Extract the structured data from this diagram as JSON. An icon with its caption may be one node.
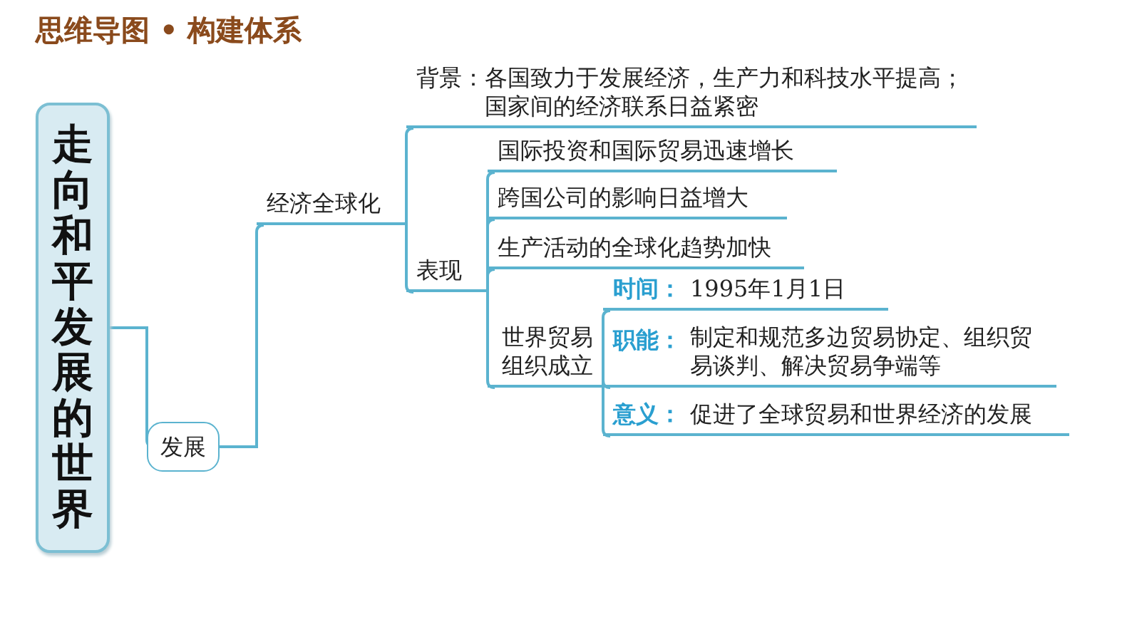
{
  "diagram": {
    "title": "思维导图 • 构建体系",
    "nodes": [
      {
        "text": [
          "走向和平发展的世界"
        ]
      },
      {
        "text": [
          "发展"
        ]
      },
      {
        "text": [
          "经济全球化"
        ]
      },
      {
        "text": [
          "背景：各国致力于发展经济，生产力和科技水平提高；国家间的经济联系日益紧密"
        ]
      },
      {
        "text": [
          "表现"
        ]
      },
      {
        "text": [
          "国际投资和国际贸易迅速增长"
        ]
      },
      {
        "text": [
          "跨国公司的影响日益增大"
        ]
      },
      {
        "text": [
          "生产活动的全球化趋势加快"
        ]
      },
      {
        "text": [
          "世界贸易组织成立"
        ]
      },
      {
        "text": [
          "时间：",
          "1995年1月1日"
        ]
      },
      {
        "text": [
          "职能：",
          "制定和规范多边贸易协定、组织贸易谈判、解决贸易争端等"
        ]
      },
      {
        "text": [
          "意义：",
          "促进了全球贸易和世界经济的发展"
        ]
      }
    ],
    "edges": [
      {
        "from": 0,
        "to": 1,
        "arrow": "none"
      },
      {
        "from": 1,
        "to": 2,
        "arrow": "none"
      },
      {
        "from": 2,
        "to": 3,
        "arrow": "none"
      },
      {
        "from": 2,
        "to": 4,
        "arrow": "none"
      },
      {
        "from": 4,
        "to": 5,
        "arrow": "none"
      },
      {
        "from": 4,
        "to": 6,
        "arrow": "none"
      },
      {
        "from": 4,
        "to": 7,
        "arrow": "none"
      },
      {
        "from": 4,
        "to": 8,
        "arrow": "none"
      },
      {
        "from": 8,
        "to": 9,
        "arrow": "none"
      },
      {
        "from": 8,
        "to": 10,
        "arrow": "none"
      },
      {
        "from": 8,
        "to": 11,
        "arrow": "none"
      }
    ]
  }
}
